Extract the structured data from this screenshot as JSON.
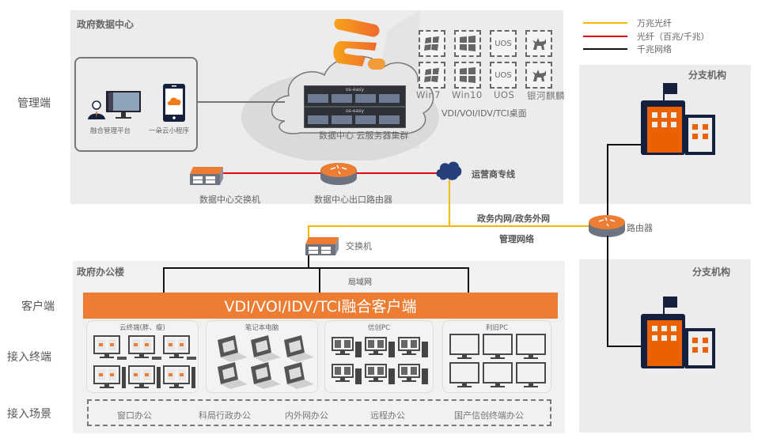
{
  "row_labels": {
    "management": "管理端",
    "client": "客户端",
    "terminal": "接入终端",
    "scene": "接入场景"
  },
  "datacenter": {
    "title": "政府数据中心",
    "mgmt_platform": "融合管理平台",
    "mini_program": "一朵云小程序",
    "server_brand": "os-easy",
    "cloud_cluster": "数据中心 云服务器集群",
    "os_labels": [
      "Win7",
      "Win10",
      "UOS",
      "银河麒麟"
    ],
    "os_tile_text": "UOS",
    "desktop_caption": "VDI/VOI/IDV/TCI桌面",
    "dc_switch": "数据中心交换机",
    "dc_router": "数据中心出口路由器",
    "carrier_line": "运营商专线"
  },
  "network": {
    "gov_net": "政务内网/政务外网",
    "mgmt_net": "管理网络",
    "switch": "交换机",
    "router": "路由器",
    "lan": "局域网"
  },
  "office": {
    "title": "政府办公楼",
    "client_bar": "VDI/VOI/IDV/TCI融合客户端",
    "groups": [
      {
        "title": "云终端(胖、瘦)"
      },
      {
        "title": "笔记本电脑"
      },
      {
        "title": "信创PC"
      },
      {
        "title": "利旧PC"
      }
    ],
    "scenes": [
      "窗口办公",
      "科局行政办公",
      "内外网办公",
      "远程办公",
      "国产信创终端办公"
    ]
  },
  "branches": [
    {
      "title": "分支机构"
    },
    {
      "title": "分支机构"
    }
  ],
  "legend": [
    {
      "label": "万兆光纤",
      "color": "#f5b800"
    },
    {
      "label": "光纤（百兆/千兆）",
      "color": "#e60012"
    },
    {
      "label": "千兆网络",
      "color": "#111111"
    }
  ],
  "colors": {
    "accent_orange": "#ec7d32",
    "building_navy": "#14203d",
    "cloud_navy": "#25407a"
  }
}
